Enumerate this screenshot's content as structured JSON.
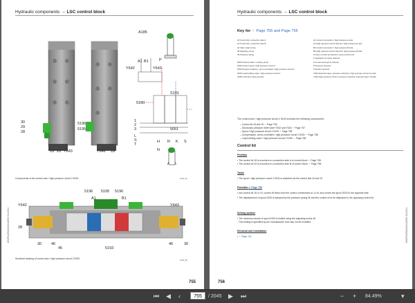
{
  "left_page": {
    "header_prefix": "Hydraulic components →",
    "header_title": "LSC control block",
    "fig1_labels": [
      "A185",
      "Y642",
      "A1",
      "B1",
      "Y643",
      "P",
      "S191",
      "5190",
      "5196",
      "5195",
      "1",
      "2",
      "3",
      "L",
      "S",
      "T",
      "5051",
      "H",
      "R",
      "K",
      "S",
      "N",
      "A185",
      "30",
      "29",
      "28",
      "19",
      "20",
      "Y643",
      "Y642",
      "18",
      "N"
    ],
    "fig1_caption": "Components of the control axis / high pressure circuit 2 5190",
    "fig1_code": "Hm8_04",
    "fig2_labels": [
      "5196",
      "5195",
      "5196",
      "A1",
      "B1",
      "Y642",
      "Y643",
      "28",
      "30",
      "46",
      "45",
      "5193",
      "46",
      "30"
    ],
    "fig2_caption": "Sectional drawing of control axis / high pressure circuit 2 5190",
    "fig2_code": "Hm8_05",
    "side_text": "WWR125WA0O/LB050 01/2014",
    "page_number": "755"
  },
  "right_page": {
    "header_prefix": "Hydraulic components →",
    "header_title": "LSC control block",
    "side_text": "WWR125WA0O/LB050 01/2014",
    "key_title": "Key for",
    "key_link": "☞ Page 755 and Page 755",
    "key_left": [
      "18 Control lid, connection side A",
      "19 Control lid, connection side B",
      "20 Valve head screw",
      "28 Adjusting screw",
      "45 Pressure spring",
      "",
      "5051 Pretreat valve / cooling circuit",
      "5190 Control spool / high pressure circuit 2",
      "5194 Pressure balance, servo-controlled / high pressure circuit 2",
      "5195 Load-holding valve / high pressure circuit 2",
      "A185 Left-hand rotary joystick"
    ],
    "key_right": [
      "A1 Control connection / high pressure A-side",
      "A2 High pressure circuit channel / high pressure A-side",
      "B1 Control connection / high pressure B-side",
      "B2 High pressure circuit channel / high pressure B-side",
      "H Servo control oil channel / servo-control unit",
      "K Hydraulic oil cooler channel",
      "LS Load sensing LS channel",
      "P Pressure channel",
      "S Suction channel",
      "Y642 Solenoid valve, pressure reduction, high pressure circuit 2 A-side",
      "Y643 High pressure circuit 2 pressure reduction solenoid valve / B-side"
    ],
    "intro": "The control axis / high pressure circuit 2 5190 includes the following components:",
    "component_list": [
      "Control lid 18 and 19 ☞ Page 756",
      "Secondary pressure relief valve Y642 and Y643 ☞ Page 757",
      "Spool / high pressure circuit 2 5193 ☞ Page 758",
      "Compensator, servo-controlled / high pressure circuit 2 5194 ☞ Page 758",
      "Load-holding valve / high pressure circuit 2 5196 ☞ Page 758"
    ],
    "control_lid_title": "Control lid",
    "position_title": "Position",
    "position_items": [
      "The control lid 18 is mounted on connection side A of control block ☞ Page 755.",
      "The control lid 19 is mounted on connection side B of control block ☞ Page 755."
    ],
    "tasks_title": "Tasks",
    "tasks_items": [
      "The spool / high pressure circuit 2 5193 is switched via the control lids 18 and 19"
    ],
    "function_title": "Function",
    "function_link": "☞ Page 755",
    "function_items": [
      "Into control lid 18 or 19, control oil flows from the control connections a1 or b1 and moves the spool 5193 to the opposite side.",
      "The displacement of spool 5193 is damped by the pressure spring 46 and the control oil to be displaced in the opposing control lid."
    ],
    "setting_title": "Setting options",
    "setting_items": [
      "The maximum stroke of spool 5193 is limited using the adjusting screw 45.",
      "This setting is specified by the manufacturer and may not be modified."
    ],
    "removal_title": "Removal and installation",
    "removal_items": [
      "☞ Page 761"
    ],
    "page_number": "756"
  },
  "toolbar": {
    "current_page": "755",
    "total_pages": "/ 2045",
    "zoom": "84.49%",
    "icons": [
      "first-page-icon",
      "prev-page-icon",
      "next-page-icon",
      "last-page-icon",
      "zoom-out-icon",
      "zoom-in-icon"
    ]
  }
}
